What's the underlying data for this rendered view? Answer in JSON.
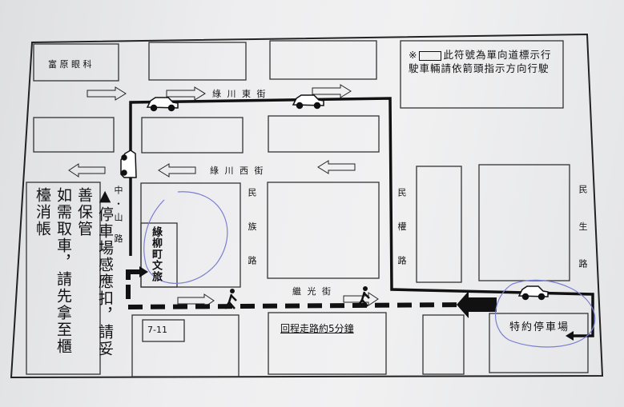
{
  "note": {
    "symbol": "※",
    "text": "此符號為單向道標示行駛車輛請依箭頭指示方向行駛"
  },
  "streets": {
    "lvchuan_east": "綠 川 東 街",
    "lvchuan_west": "綠 川 西 街",
    "zhongshan": "中・山 路",
    "minzu": "民 族 路",
    "minquan": "民 權 路",
    "minsheng": "民 生 路",
    "jiguang": "繼 光 街"
  },
  "landmarks": {
    "clinic": "富 原 眼 科",
    "inn": "綠柳町文旅",
    "store": "7-11",
    "parking": "特約停車場"
  },
  "return_note": "回程走路約5分鐘",
  "warning": {
    "icon": "warning-triangle",
    "line1": "▲停車場感應扣，請妥善保管",
    "line2": "如需取車，請先拿至櫃檯消帳"
  },
  "colors": {
    "ink": "#111111",
    "pen": "#7a7fd0"
  }
}
